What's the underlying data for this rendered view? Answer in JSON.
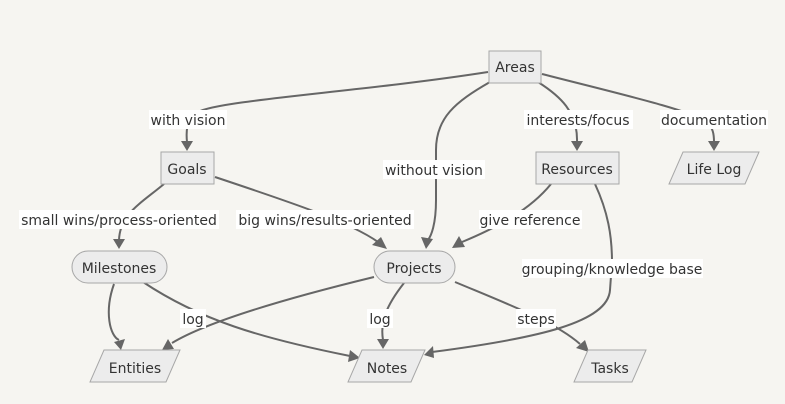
{
  "nodes": {
    "areas": "Areas",
    "goals": "Goals",
    "resources": "Resources",
    "life_log": "Life Log",
    "milestones": "Milestones",
    "projects": "Projects",
    "entities": "Entities",
    "notes": "Notes",
    "tasks": "Tasks"
  },
  "edges": {
    "with_vision": "with vision",
    "without_vision": "without vision",
    "interests_focus": "interests/focus",
    "documentation": "documentation",
    "small_wins": "small wins/process-oriented",
    "big_wins": "big wins/results-oriented",
    "give_reference": "give reference",
    "grouping": "grouping/knowledge base",
    "log_milestones": "log",
    "log_projects": "log",
    "steps": "steps"
  },
  "colors": {
    "background": "#f6f5f1",
    "node_fill": "#ececec",
    "node_stroke": "#a7a7a7",
    "edge": "#666666",
    "text": "#333333",
    "label_background": "#ffffff"
  }
}
